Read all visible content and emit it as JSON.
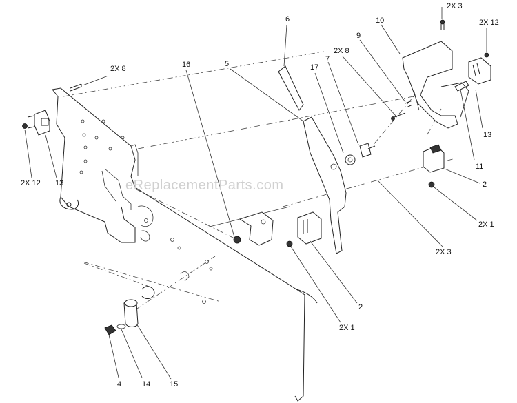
{
  "watermark": "eReplacementParts.com",
  "labels": [
    {
      "key": "l-2x3-top",
      "text": "2X 3"
    },
    {
      "key": "l-2x12-right",
      "text": "2X 12"
    },
    {
      "key": "l-10",
      "text": "10"
    },
    {
      "key": "l-6",
      "text": "6"
    },
    {
      "key": "l-9",
      "text": "9"
    },
    {
      "key": "l-2x8-mid",
      "text": "2X 8"
    },
    {
      "key": "l-7",
      "text": "7"
    },
    {
      "key": "l-17",
      "text": "17"
    },
    {
      "key": "l-5",
      "text": "5"
    },
    {
      "key": "l-16",
      "text": "16"
    },
    {
      "key": "l-2x8-left",
      "text": "2X 8"
    },
    {
      "key": "l-13-right",
      "text": "13"
    },
    {
      "key": "l-11",
      "text": "11"
    },
    {
      "key": "l-2-right",
      "text": "2"
    },
    {
      "key": "l-2x1-right",
      "text": "2X 1"
    },
    {
      "key": "l-2x3-mid",
      "text": "2X 3"
    },
    {
      "key": "l-2x12-left",
      "text": "2X 12"
    },
    {
      "key": "l-13-left",
      "text": "13"
    },
    {
      "key": "l-2-mid",
      "text": "2"
    },
    {
      "key": "l-2x1-mid",
      "text": "2X 1"
    },
    {
      "key": "l-4",
      "text": "4"
    },
    {
      "key": "l-14",
      "text": "14"
    },
    {
      "key": "l-15",
      "text": "15"
    }
  ]
}
